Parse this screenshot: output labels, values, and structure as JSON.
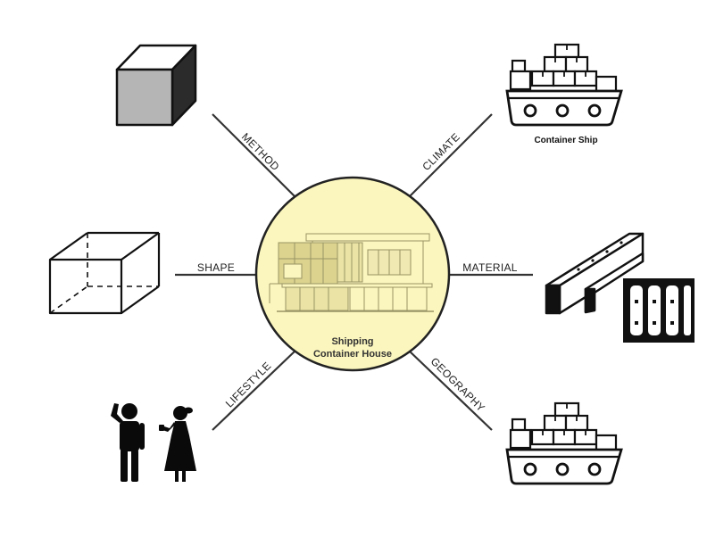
{
  "center": {
    "title_line1": "Shipping",
    "title_line2": "Container House",
    "fill_color": "#fbf6bd"
  },
  "spokes": [
    {
      "id": "method",
      "label": "METHOD",
      "icon": "solid-cube-icon"
    },
    {
      "id": "climate",
      "label": "CLIMATE",
      "icon": "container-ship-icon"
    },
    {
      "id": "shape",
      "label": "SHAPE",
      "icon": "wireframe-box-icon"
    },
    {
      "id": "material",
      "label": "MATERIAL",
      "icon": "steel-channel-icon"
    },
    {
      "id": "lifestyle",
      "label": "LIFESTYLE",
      "icon": "couple-silhouette-icon"
    },
    {
      "id": "geography",
      "label": "GEOGRAPHY",
      "icon": "container-ship-icon"
    }
  ],
  "captions": {
    "climate_ship": "Container Ship"
  }
}
